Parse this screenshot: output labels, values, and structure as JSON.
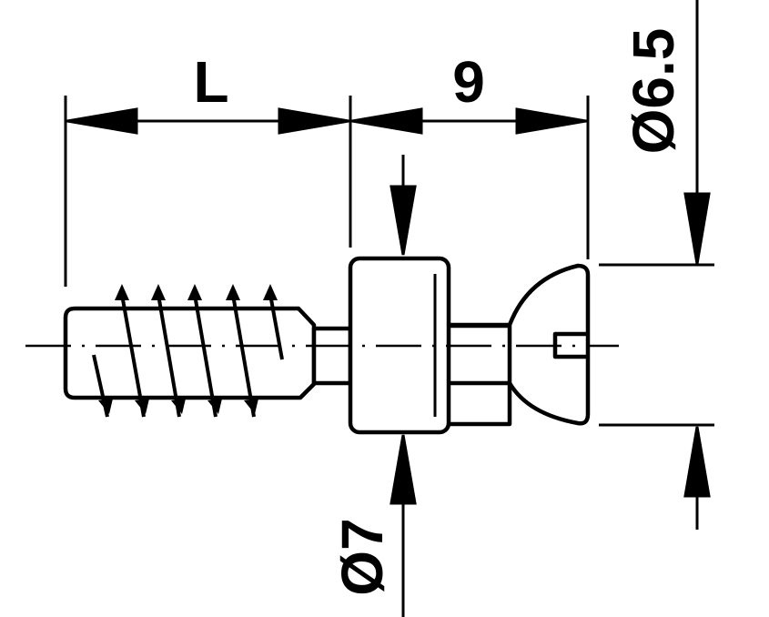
{
  "dimensions": {
    "length_label": "L",
    "head_length_label": "9",
    "head_diameter_label": "Ø6.5",
    "collar_diameter_label": "Ø7"
  },
  "colors": {
    "line": "#000000",
    "background": "#ffffff"
  }
}
